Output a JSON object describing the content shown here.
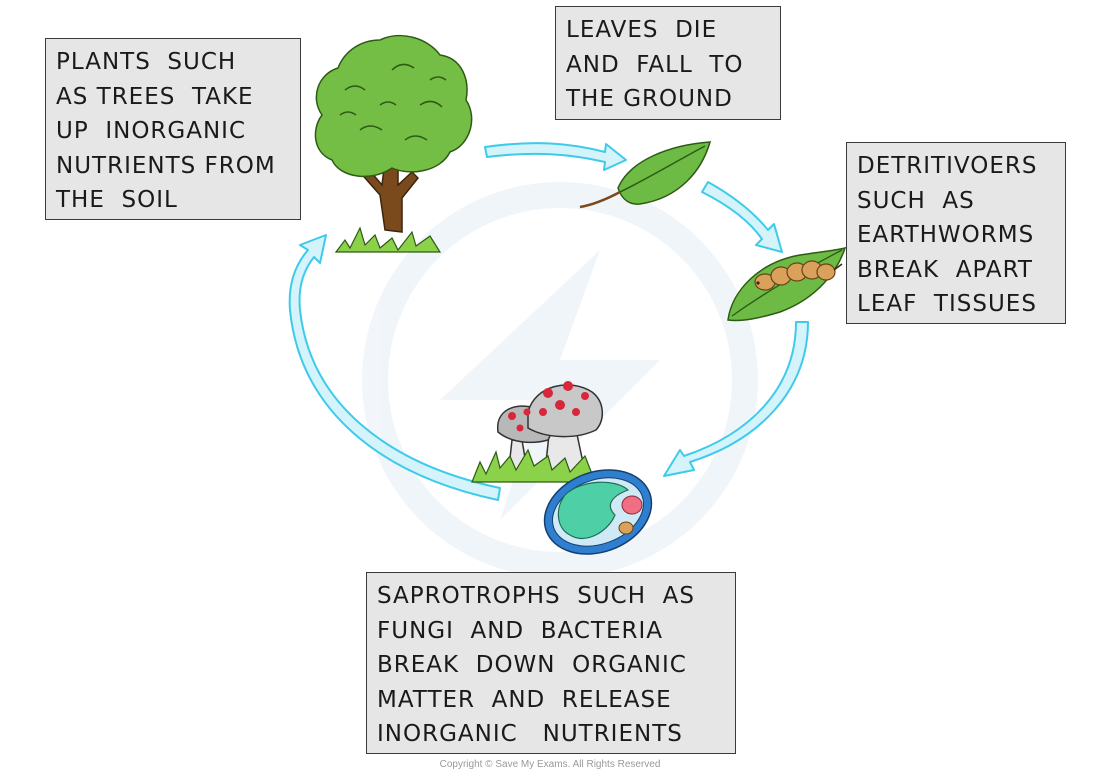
{
  "colors": {
    "arrow_fill": "#d4f3fb",
    "arrow_stroke": "#3ecbea",
    "box_fill": "#e6e6e6",
    "box_border": "#3a3a3a",
    "tree_green": "#74be45",
    "trunk_brown": "#7a4a1c",
    "leaf_green": "#6dbb44",
    "mushroom_red": "#d8263a",
    "cell_teal": "#4ecfa5",
    "cell_blue": "#2f7fd1"
  },
  "labels": {
    "plants": "PLANTS  SUCH\nAS TREES  TAKE\nUP  INORGANIC\nNUTRIENTS FROM\nTHE  SOIL",
    "leaves": "LEAVES  DIE\nAND  FALL  TO\nTHE GROUND",
    "detritivores": "DETRITIVOERS\nSUCH  AS\nEARTHWORMS\nBREAK  APART\nLEAF  TISSUES",
    "saprotrophs": "SAPROTROPHS  SUCH  AS\nFUNGI  AND  BACTERIA\nBREAK  DOWN  ORGANIC\nMATTER  AND  RELEASE\nINORGANIC   NUTRIENTS"
  },
  "icons": [
    "tree-icon",
    "fallen-leaf-icon",
    "caterpillar-on-leaf-icon",
    "mushrooms-icon",
    "bacterium-cell-icon",
    "cycle-arrow-icon"
  ],
  "copyright": "Copyright © Save My Exams. All Rights Reserved"
}
